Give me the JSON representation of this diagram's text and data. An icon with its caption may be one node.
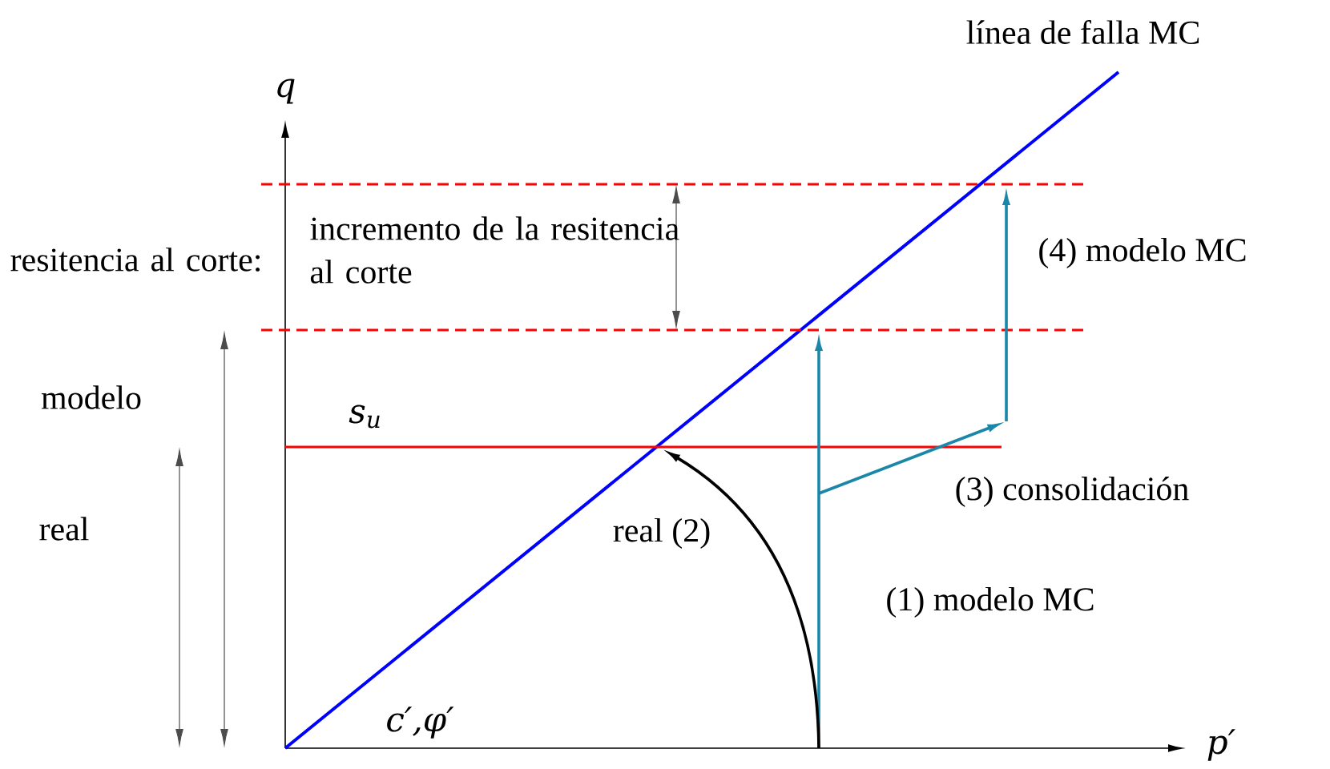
{
  "diagram": {
    "labels": [
      "línea de falla MC",
      "q",
      "incremento de la resitencia al corte",
      "resitencia al corte:",
      "(4) modelo MC",
      "modelo",
      "s$_{u}$",
      "(3) consolidación",
      "real",
      "real (2)",
      "(1) modelo MC",
      "c′,φ′",
      "p′"
    ]
  }
}
